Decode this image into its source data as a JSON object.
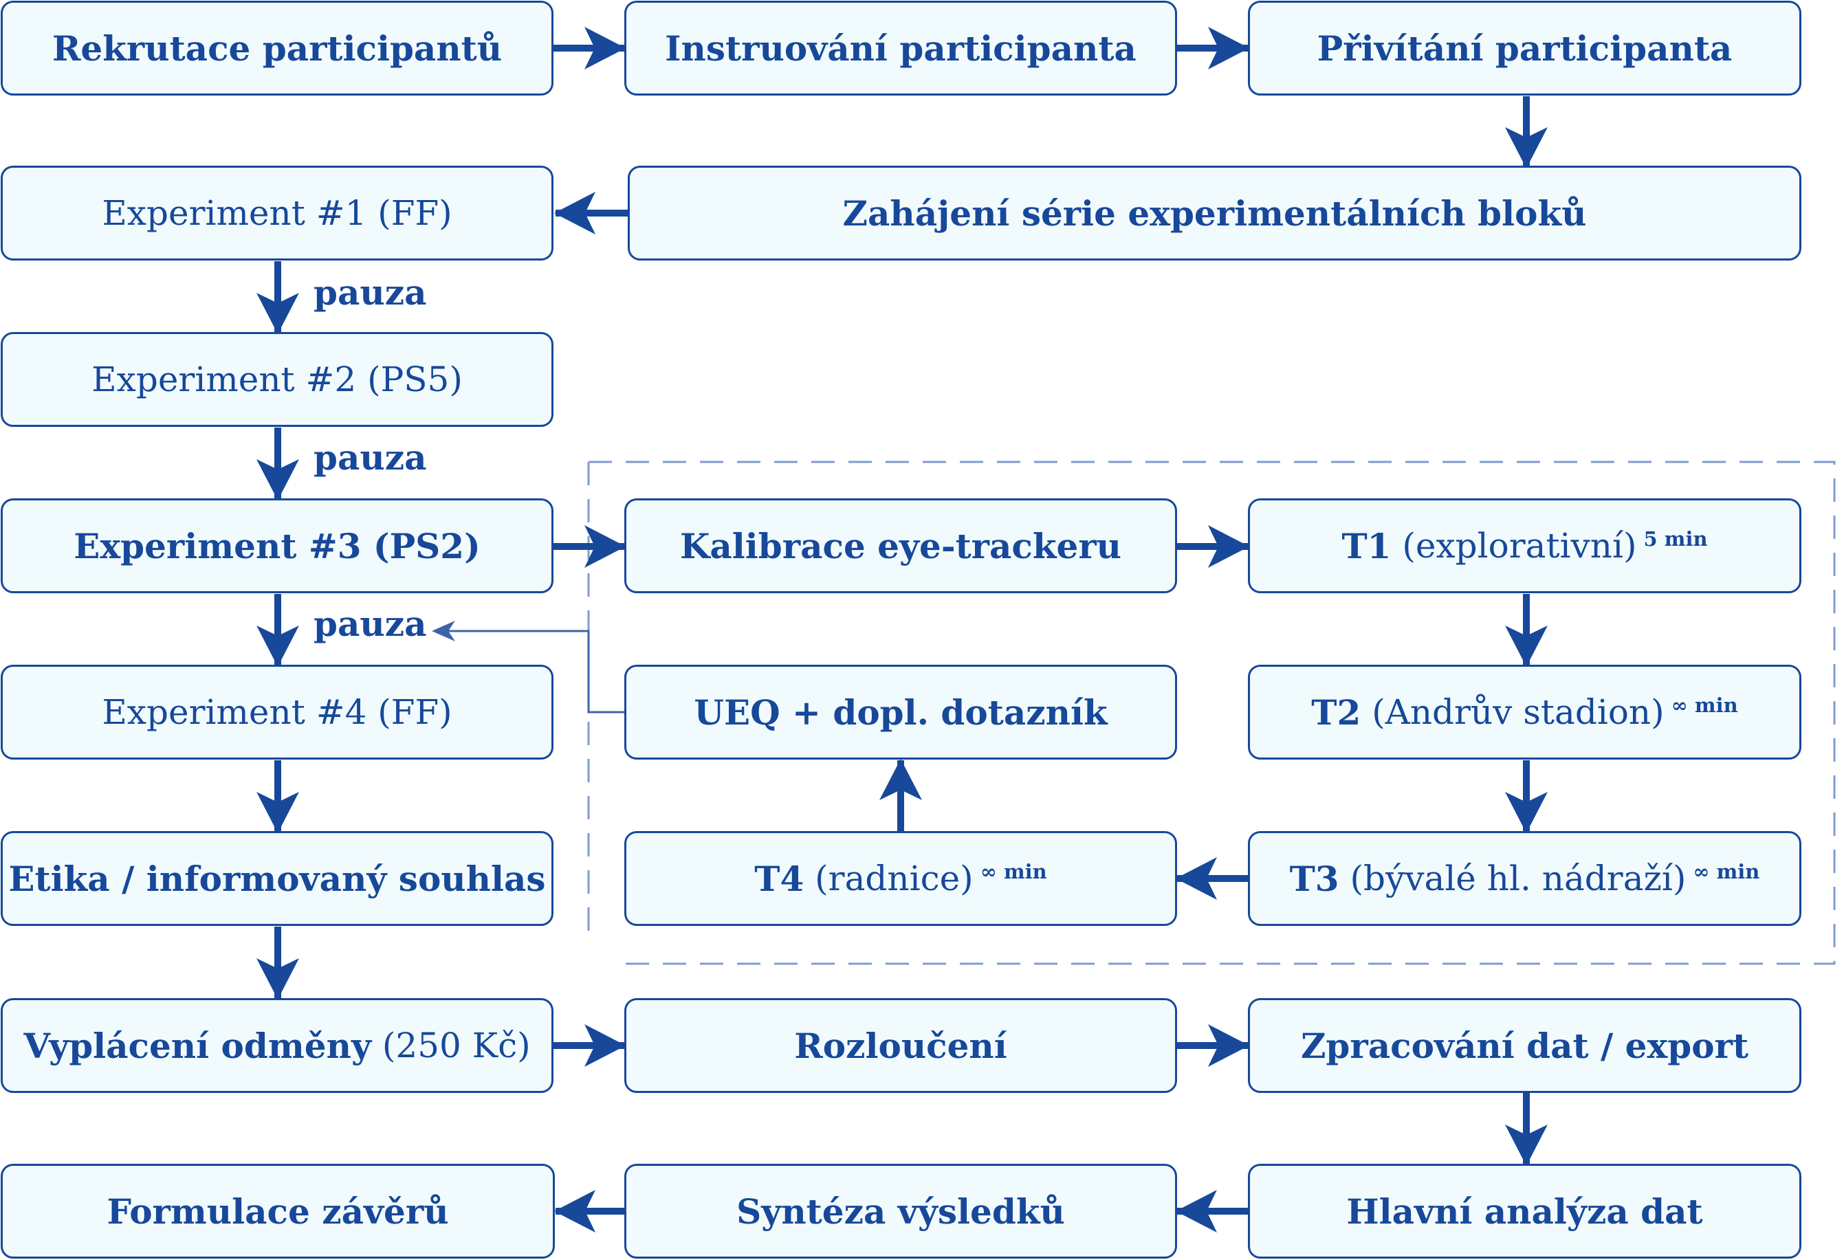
{
  "boxes": {
    "rekrutace": "Rekrutace participantů",
    "instruovani": "Instruování participanta",
    "privitani": "Přivítání participanta",
    "zahajeni": "Zahájení série experimentálních bloků",
    "exp1": "Experiment #1 (FF)",
    "exp2": "Experiment #2 (PS5)",
    "exp3": "Experiment #3 (PS2)",
    "exp4": "Experiment #4 (FF)",
    "kalibrace": "Kalibrace eye-trackeru",
    "t1": {
      "code": "T1",
      "desc": "(explorativní)",
      "dur": "5 min"
    },
    "t2": {
      "code": "T2",
      "desc": "(Andrův stadion)",
      "dur": "∞ min"
    },
    "t3": {
      "code": "T3",
      "desc": "(bývalé hl. nádraží)",
      "dur": "∞ min"
    },
    "t4": {
      "code": "T4",
      "desc": "(radnice)",
      "dur": "∞ min"
    },
    "ueq": "UEQ + dopl. dotazník",
    "etika": "Etika / informovaný souhlas",
    "vyplaceni": {
      "main": "Vyplácení odměny",
      "extra": "(250 Kč)"
    },
    "rozlouceni": "Rozloučení",
    "zpracovani": "Zpracování dat / export",
    "formulace": "Formulace závěrů",
    "synteza": "Syntéza výsledků",
    "hlavni": "Hlavní analýza dat"
  },
  "labels": {
    "pauza1": "pauza",
    "pauza2": "pauza",
    "pauza3": "pauza"
  },
  "colors": {
    "primary": "#17489a",
    "box_fill": "#f1fbfd",
    "dashed": "#7d9ccf",
    "connector": "#3f63a8"
  }
}
